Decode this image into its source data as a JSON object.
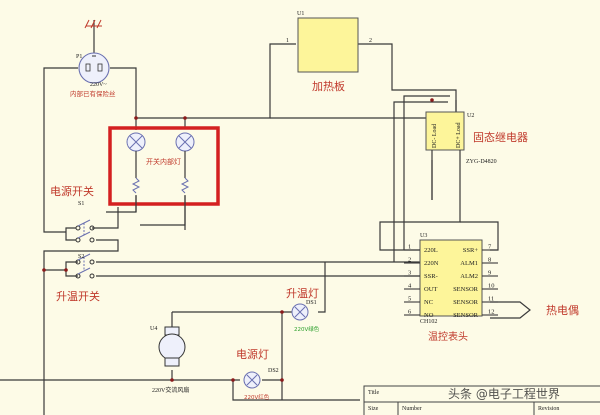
{
  "components": {
    "plug": {
      "ref": "P1",
      "rating": "220V~",
      "note": "内部已有保险丝"
    },
    "heater": {
      "ref": "U1",
      "label": "加热板",
      "pin1": "1",
      "pin2": "2"
    },
    "ssr": {
      "ref": "U2",
      "label": "固态继电器",
      "model": "ZYG-D4820",
      "pin_left": "DC- Load",
      "pin_right": "DC+ Load"
    },
    "lamps_box": {
      "label": "开关内部灯"
    },
    "switch_power": {
      "ref": "S1",
      "label": "电源开关"
    },
    "switch_heat": {
      "ref": "S2",
      "label": "升温开关"
    },
    "controller": {
      "ref": "U3",
      "model": "CH102",
      "label": "温控表头",
      "left_pins": [
        {
          "num": "1",
          "name": "220L"
        },
        {
          "num": "2",
          "name": "220N"
        },
        {
          "num": "3",
          "name": "SSR-"
        },
        {
          "num": "4",
          "name": "OUT"
        },
        {
          "num": "5",
          "name": "NC"
        },
        {
          "num": "6",
          "name": "NO"
        }
      ],
      "right_pins": [
        {
          "num": "7",
          "name": "SSR+"
        },
        {
          "num": "8",
          "name": "ALM1"
        },
        {
          "num": "9",
          "name": "ALM2"
        },
        {
          "num": "10",
          "name": "SENSOR"
        },
        {
          "num": "11",
          "name": "SENSOR"
        },
        {
          "num": "12",
          "name": "SENSOR"
        }
      ]
    },
    "thermocouple": {
      "label": "热电偶"
    },
    "fan": {
      "ref": "U4",
      "label": "220V交流风扇"
    },
    "heat_lamp": {
      "ref": "DS1",
      "label": "升温灯",
      "color": "220V绿色"
    },
    "power_lamp": {
      "ref": "DS2",
      "label": "电源灯",
      "color": "220V红色"
    }
  },
  "title_block": {
    "title": "Title",
    "size": "Size",
    "number": "Number",
    "revision": "Revision"
  },
  "watermark": "头条 @电子工程世界",
  "colors": {
    "highlight_box": "#d42020",
    "label_red": "#c0392b",
    "green_text": "#2ca02c",
    "component_fill": "#fdf59a"
  }
}
